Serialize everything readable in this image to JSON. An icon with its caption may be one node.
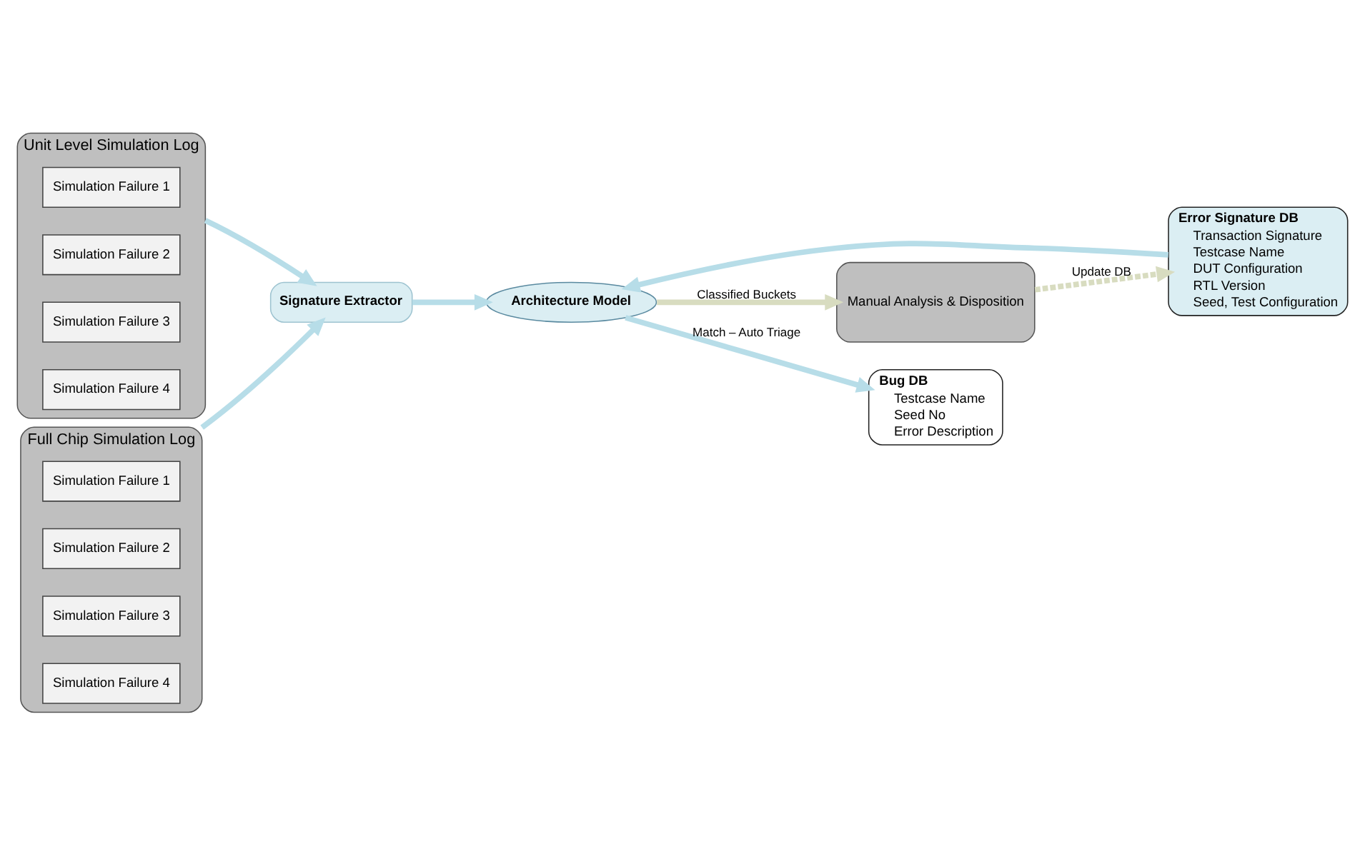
{
  "diagram": {
    "nodes": [
      {
        "text": [
          "Unit Level Simulation Log"
        ]
      },
      {
        "text": [
          "Simulation Failure 1"
        ],
        "in": 0
      },
      {
        "text": [
          "Simulation Failure 2"
        ],
        "in": 0
      },
      {
        "text": [
          "Simulation Failure 3"
        ],
        "in": 0
      },
      {
        "text": [
          "Simulation Failure 4"
        ],
        "in": 0
      },
      {
        "text": [
          "Signature Extractor"
        ]
      },
      {
        "text": [
          "Full Chip Simulation Log"
        ]
      },
      {
        "text": [
          "Simulation Failure 1"
        ],
        "in": 6
      },
      {
        "text": [
          "Simulation Failure 2"
        ],
        "in": 6
      },
      {
        "text": [
          "Simulation Failure 3"
        ],
        "in": 6
      },
      {
        "text": [
          "Simulation Failure 4"
        ],
        "in": 6
      },
      {
        "text": [
          "Error Signature DB",
          "Transaction Signature",
          "Testcase Name",
          "DUT Configuration",
          "RTL Version",
          "Seed, Test Configuration"
        ]
      },
      {
        "text": [
          "Architecture Model"
        ]
      },
      {
        "text": [
          "Manual Analysis & Disposition"
        ]
      },
      {
        "text": [
          "Bug DB",
          "Testcase Name",
          "Seed No",
          "Error Description"
        ]
      }
    ],
    "edges": [
      {
        "from": 0,
        "to": 5,
        "arrow": "to"
      },
      {
        "from": 6,
        "to": 5,
        "arrow": "to"
      },
      {
        "from": 5,
        "to": 12,
        "arrow": "to"
      },
      {
        "from": 11,
        "to": 12,
        "arrow": "to"
      },
      {
        "from": 12,
        "to": 13,
        "arrow": "to",
        "label": "Classified Buckets",
        "color": "#d8dcc0"
      },
      {
        "from": 12,
        "to": 14,
        "arrow": "to",
        "label": "Match – Auto Triage"
      },
      {
        "from": 13,
        "to": 11,
        "arrow": "to",
        "label": "Update DB",
        "style": "dashed",
        "color": "#d8dcc0"
      }
    ]
  }
}
